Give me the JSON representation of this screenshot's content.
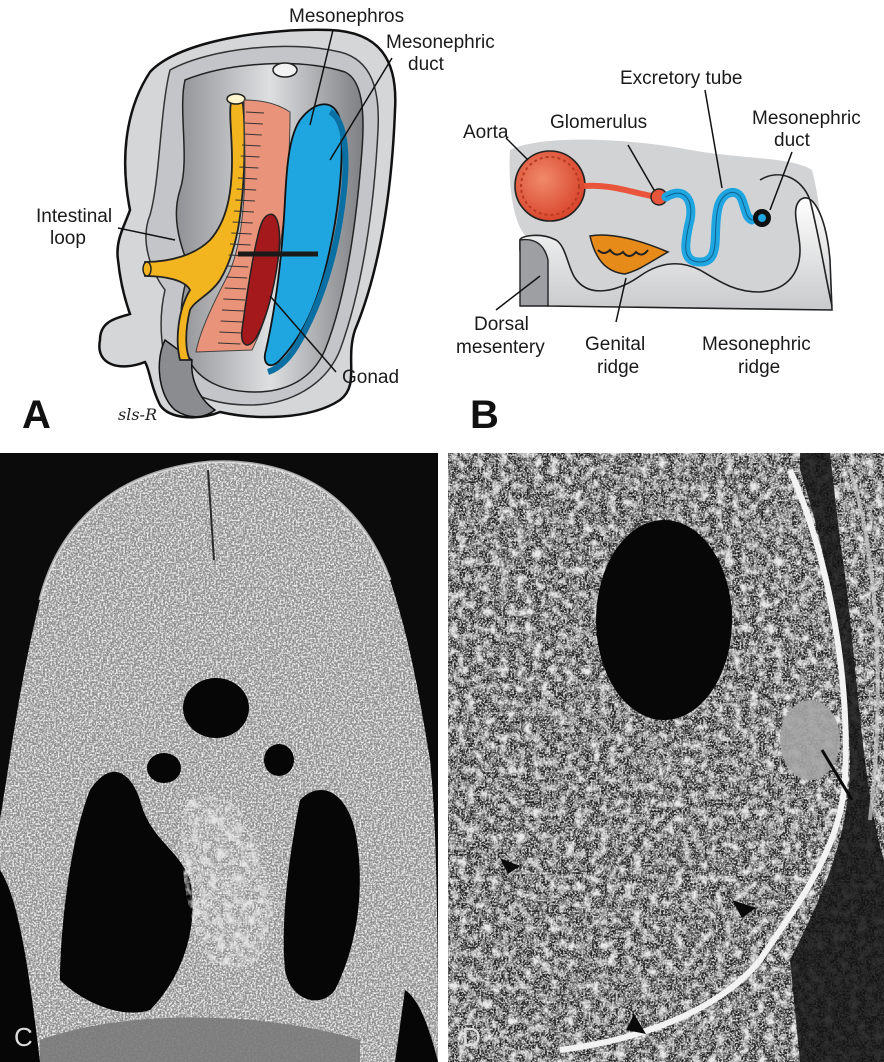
{
  "panels": {
    "a": {
      "letter": "A",
      "signature": "sls-R",
      "labels": {
        "mesonephros": "Mesonephros",
        "mesonephric_duct": [
          "Mesonephric",
          "duct"
        ],
        "intestinal_loop": [
          "Intestinal",
          "loop"
        ],
        "gonad": "Gonad"
      }
    },
    "b": {
      "letter": "B",
      "labels": {
        "excretory_tube": "Excretory tube",
        "glomerulus": "Glomerulus",
        "aorta": "Aorta",
        "mesonephric_duct": [
          "Mesonephric",
          "duct"
        ],
        "dorsal_mesentery": [
          "Dorsal",
          "mesentery"
        ],
        "genital_ridge": [
          "Genital",
          "ridge"
        ],
        "mesonephric_ridge": [
          "Mesonephric",
          "ridge"
        ]
      }
    },
    "c": {
      "letter": "C"
    },
    "d": {
      "letter": "D"
    }
  },
  "colors": {
    "mesonephros_blue": "#1fa6e0",
    "gut_yellow": "#f3b51f",
    "mesentery_salmon": "#e9937a",
    "gonad_red": "#a3191c",
    "aorta_red": "#e8553a",
    "genital_orange": "#e68a1a",
    "tissue_gray": "#d2d3d5"
  }
}
